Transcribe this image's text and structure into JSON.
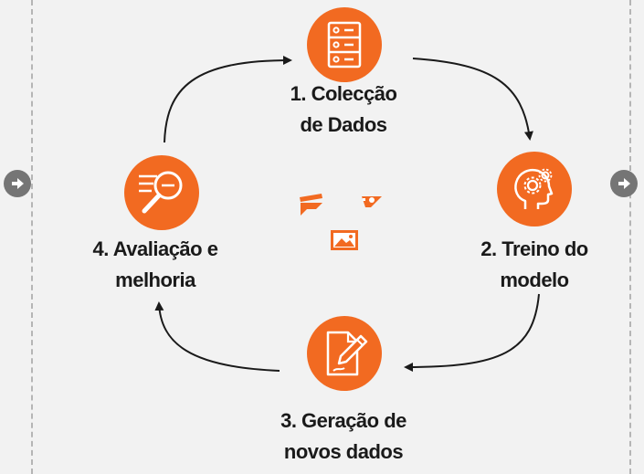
{
  "steps": [
    {
      "line1": "1. Colecção",
      "line2": "de Dados",
      "icon": "server-list-icon"
    },
    {
      "line1": "2. Treino do",
      "line2": "modelo",
      "icon": "head-gears-icon"
    },
    {
      "line1": "3. Geração de",
      "line2": "novos dados",
      "icon": "document-pencil-icon"
    },
    {
      "line1": "4. Avaliação e",
      "line2": "melhoria",
      "icon": "search-document-icon"
    }
  ],
  "colors": {
    "accent": "#f26a21",
    "background": "#f2f2f2",
    "nav": "#757575",
    "arrow": "#1a1a1a"
  }
}
